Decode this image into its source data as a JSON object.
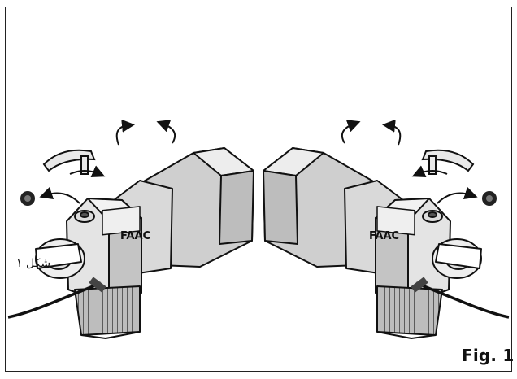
{
  "figure": {
    "label": "Fig. 1",
    "side_label": "شكل ١",
    "brand_left": "FAAC",
    "brand_right": "FAAC"
  },
  "colors": {
    "line": "#111111",
    "body_light": "#e6e6e6",
    "body_mid": "#c9c9c9",
    "body_dark": "#8c8c8c"
  }
}
